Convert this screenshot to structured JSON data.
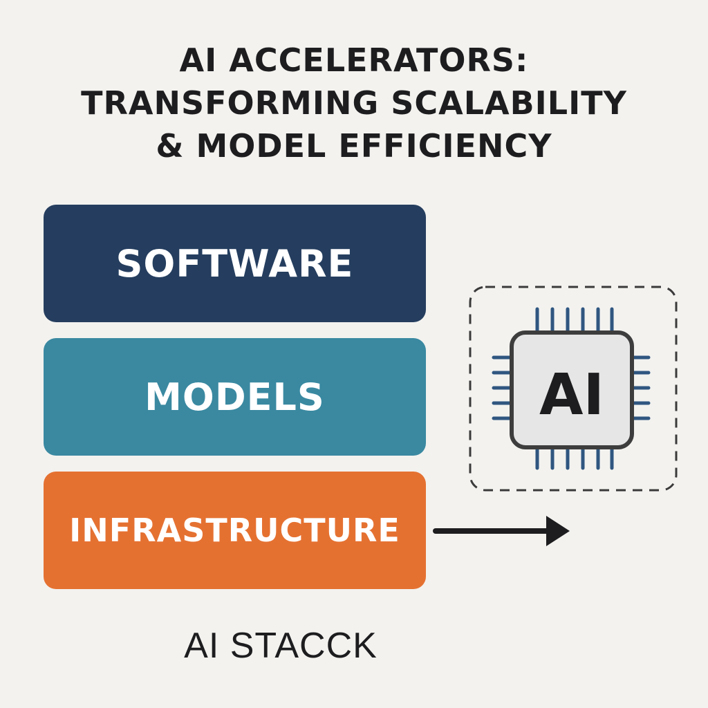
{
  "title": {
    "line1": "AI ACCELERATORS:",
    "line2": "TRANSFORMING SCALABILITY",
    "line3": "& MODEL EFFICIENCY"
  },
  "stack": {
    "layers": [
      {
        "label": "SOFTWARE",
        "color": "#253e5f"
      },
      {
        "label": "MODELS",
        "color": "#3a89a1"
      },
      {
        "label": "INFRASTRUCTURE",
        "color": "#e57131"
      }
    ],
    "caption": "AI STACCK"
  },
  "chip": {
    "label": "AI",
    "icon": "ai-chip-icon",
    "pin_color": "#2f5680",
    "body_color": "#e6e6e6"
  },
  "arrow": {
    "icon": "right-arrow-icon"
  }
}
